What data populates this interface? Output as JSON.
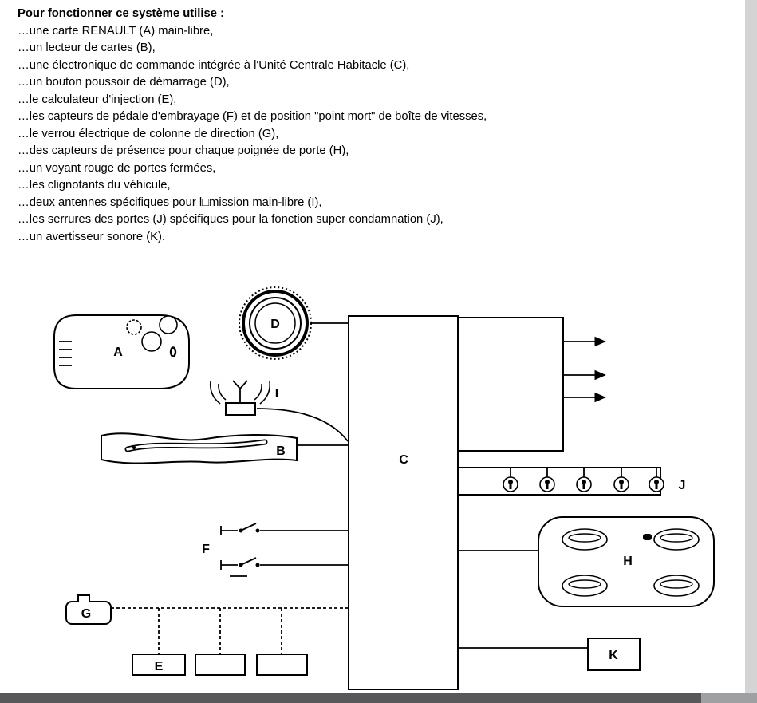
{
  "text": {
    "title": "Pour fonctionner ce système utilise :",
    "items": [
      "…une carte RENAULT (A) main-libre,",
      "…un lecteur de cartes (B),",
      "…une électronique de commande intégrée à l'Unité Centrale Habitacle (C),",
      "…un bouton poussoir de démarrage (D),",
      "…le calculateur d'injection (E),",
      "…les capteurs de pédale d'embrayage (F) et de position \"point mort\" de boîte de vitesses,",
      "…le verrou électrique de colonne de direction (G),",
      "…des capteurs de présence pour chaque poignée de porte (H),",
      "…un voyant rouge de portes fermées,",
      "…les clignotants du véhicule,",
      "…deux antennes spécifiques pour l□mission main-libre (I),",
      "…les serrures des portes (J) spécifiques pour la fonction super condamnation (J),",
      "…un avertisseur sonore (K)."
    ]
  },
  "diagram": {
    "labels": {
      "a": "A",
      "b": "B",
      "c": "C",
      "d": "D",
      "e": "E",
      "f": "F",
      "g": "G",
      "h": "H",
      "i": "I",
      "j": "J",
      "k": "K"
    }
  }
}
